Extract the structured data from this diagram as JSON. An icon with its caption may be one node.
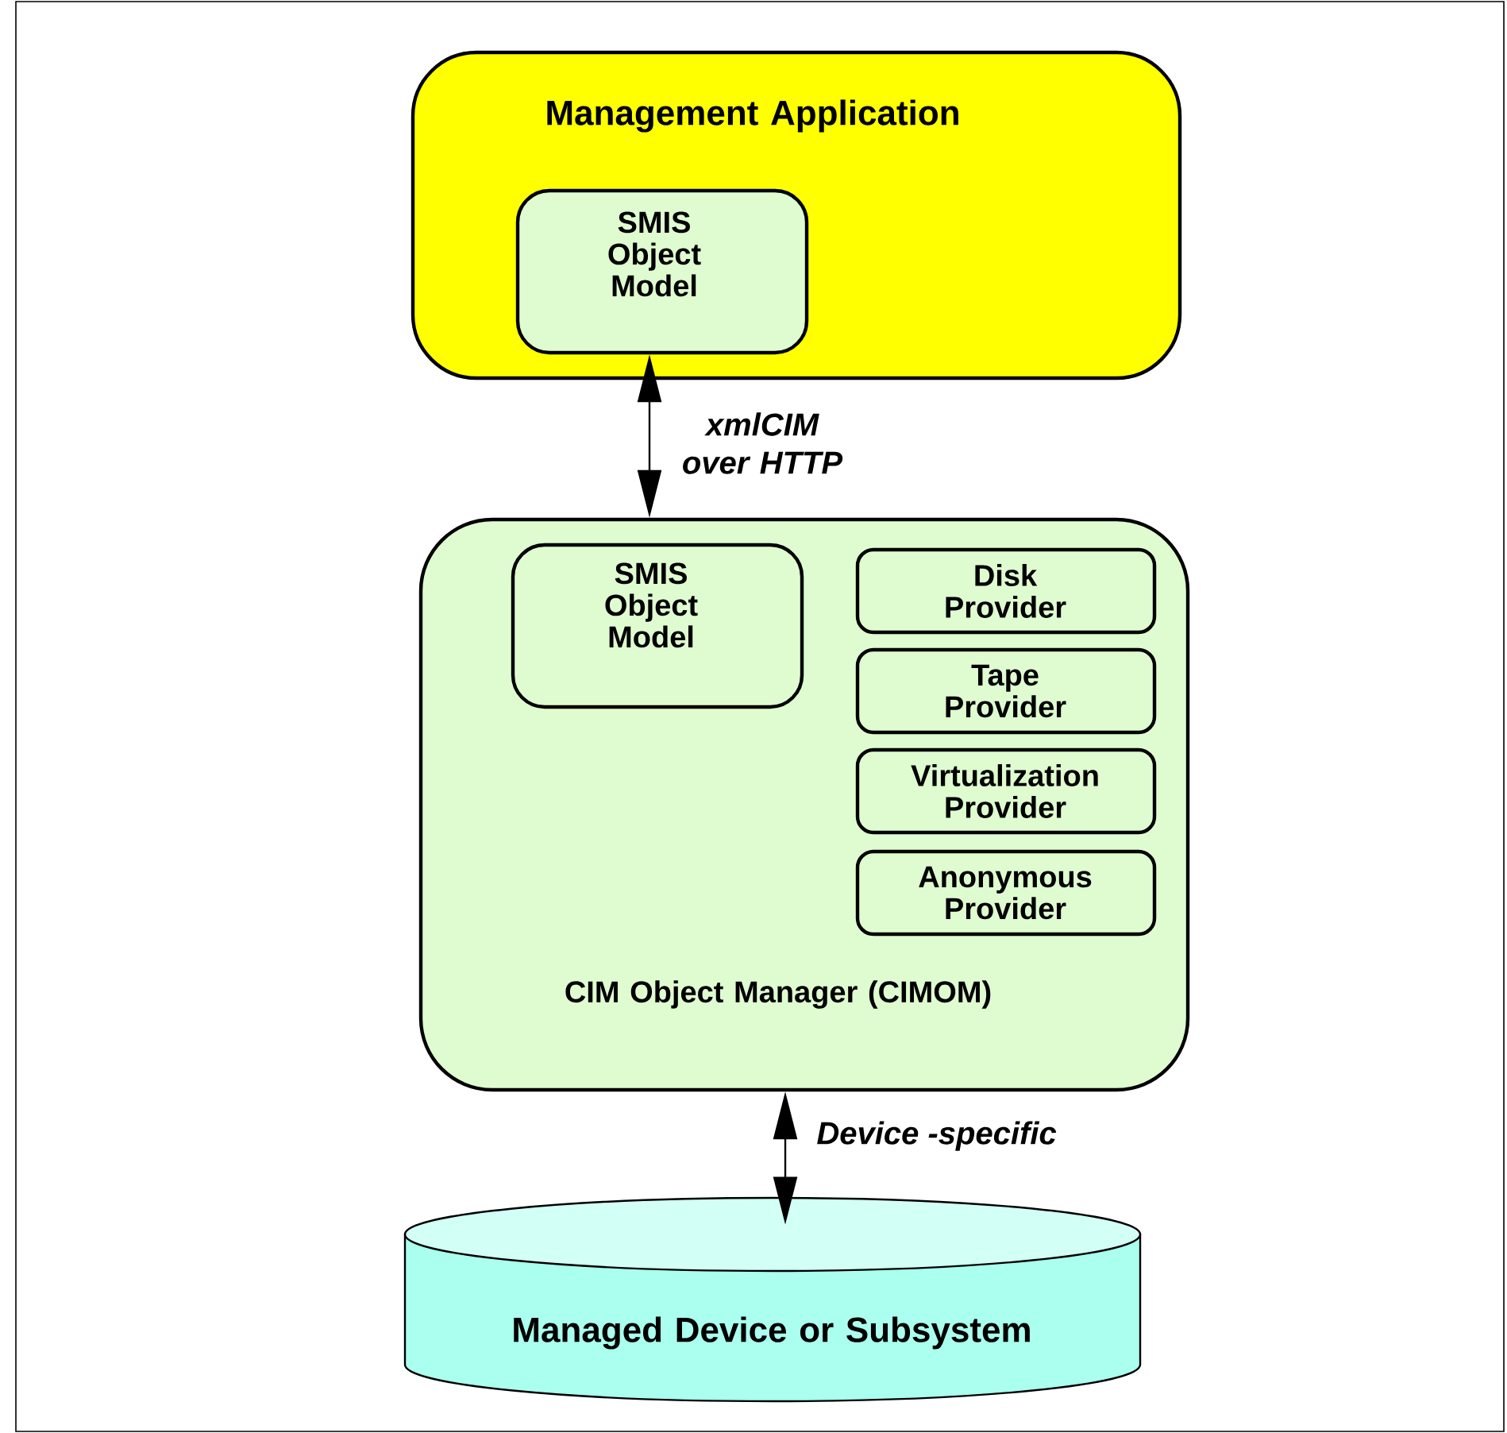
{
  "diagram": {
    "nodes": [
      {
        "text": [
          "Management Application"
        ]
      },
      {
        "text": [
          "SMIS Object Model"
        ],
        "in": 0
      },
      {
        "text": [
          "CIM Object Manager (CIMOM)"
        ]
      },
      {
        "text": [
          "SMIS Object Model"
        ],
        "in": 2
      },
      {
        "text": [
          "Disk Provider"
        ],
        "in": 2
      },
      {
        "text": [
          "Tape Provider"
        ],
        "in": 2
      },
      {
        "text": [
          "Virtualization Provider"
        ],
        "in": 2
      },
      {
        "text": [
          "Anonymous Provider"
        ],
        "in": 2
      },
      {
        "text": [
          "Managed Device or Subsystem"
        ]
      }
    ],
    "edges": [
      {
        "from": 1,
        "to": 2,
        "arrow": "both",
        "label": "xmlCIM over HTTP"
      },
      {
        "from": 2,
        "to": 8,
        "arrow": "both",
        "label": "Device -specific"
      }
    ]
  }
}
